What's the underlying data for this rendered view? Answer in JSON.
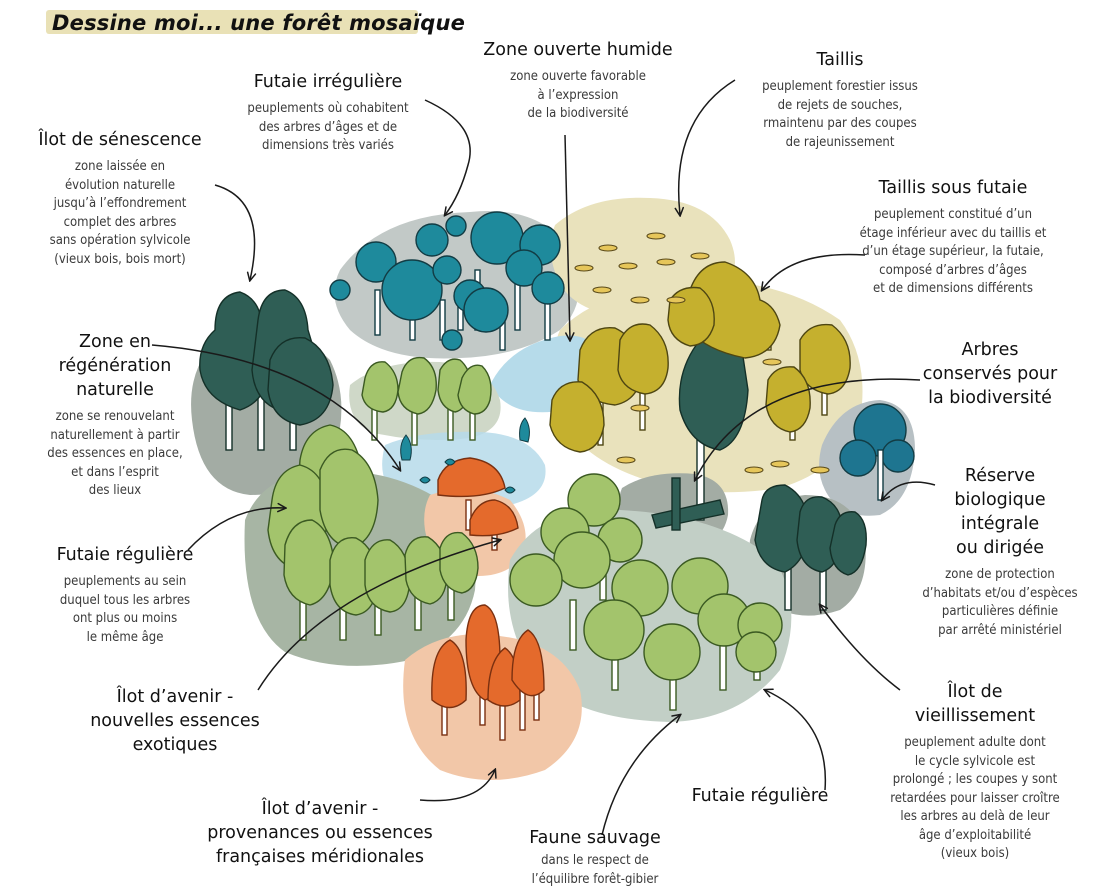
{
  "title": "Dessine moi... une forêt mosaïque",
  "labels": {
    "futaie_irreguliere": {
      "title": "Futaie irrégulière",
      "desc": "peuplements où cohabitent\ndes arbres d’âges et de\ndimensions très variés"
    },
    "zone_ouverte_humide": {
      "title": "Zone ouverte humide",
      "desc": "zone ouverte favorable\nà l’expression\nde la biodiversité"
    },
    "taillis": {
      "title": "Taillis",
      "desc": "peuplement forestier issus\nde rejets de souches,\nrmaintenu par des coupes\nde rajeunissement"
    },
    "ilot_senescence": {
      "title": "Îlot de sénescence",
      "desc": "zone laissée en\névolution naturelle\njusqu’à l’effondrement\ncomplet des arbres\nsans opération sylvicole\n(vieux bois, bois mort)"
    },
    "taillis_sous_futaie": {
      "title": "Taillis sous futaie",
      "desc": "peuplement constitué d’un\nétage inférieur avec du taillis et\nd’un étage supérieur, la futaie,\ncomposé d’arbres d’âges\net de dimensions différents"
    },
    "zone_regeneration": {
      "title": "Zone en\nrégénération\nnaturelle",
      "desc": "zone se renouvelant\nnaturellement à partir\ndes essences en place,\net dans l’esprit\ndes lieux"
    },
    "arbres_conserves": {
      "title": "Arbres\nconservés pour\nla biodiversité",
      "desc": ""
    },
    "reserve_biologique": {
      "title": "Réserve\nbiologique\nintégrale\nou dirigée",
      "desc": "zone de protection\nd’habitats et/ou d’espèces\nparticulières définie\npar arrêté ministériel"
    },
    "futaie_reguliere_left": {
      "title": "Futaie régulière",
      "desc": "peuplements au sein\nduquel tous les arbres\nont plus ou moins\nle même âge"
    },
    "ilot_vieillissement": {
      "title": "Îlot de\nvieillissement",
      "desc": "peuplement adulte dont\nle cycle sylvicole est\nprolongé ; les coupes y sont\nretardées pour laisser croître\nles arbres au delà de leur\nâge d’exploitabilité\n(vieux bois)"
    },
    "ilot_avenir_exotiques": {
      "title": "Îlot d’avenir -\nnouvelles essences\nexotiques",
      "desc": ""
    },
    "ilot_avenir_francaises": {
      "title": "Îlot d’avenir -\nprovenances ou essences\nfrançaises méridionales",
      "desc": ""
    },
    "faune_sauvage": {
      "title": "Faune sauvage",
      "desc": "dans le respect de\nl’équilibre forêt-gibier"
    },
    "futaie_reguliere_bottom": {
      "title": "Futaie régulière",
      "desc": ""
    }
  },
  "colors": {
    "teal": "#1e8a9c",
    "dark_green": "#2f5e55",
    "light_green": "#a3c46c",
    "olive_yellow": "#c5b02e",
    "orange": "#e46a2c",
    "beige_bg": "#e9e2bc",
    "peach_bg": "#f2c7a8",
    "gray_bg": "#a3aca4",
    "water": "#b6dbea"
  }
}
